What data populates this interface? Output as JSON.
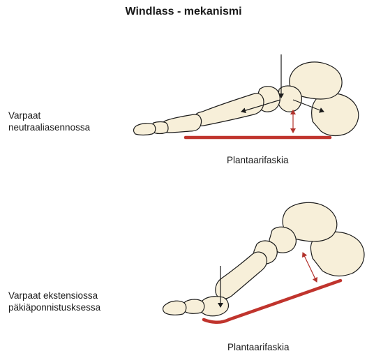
{
  "title": "Windlass - mekanismi",
  "top": {
    "label_line1": "Varpaat",
    "label_line2": "neutraaliasennossa",
    "caption": "Plantaarifaskia"
  },
  "bottom": {
    "label_line1": "Varpaat ekstensiossa",
    "label_line2": "päkiäponnistusksessa",
    "caption": "Plantaarifaskia"
  },
  "colors": {
    "bone_fill": "#f7efd9",
    "bone_stroke": "#1c1c1c",
    "fascia": "#c0342d",
    "arrow_dark": "#1c1c1c",
    "arrow_red": "#b2322c"
  }
}
